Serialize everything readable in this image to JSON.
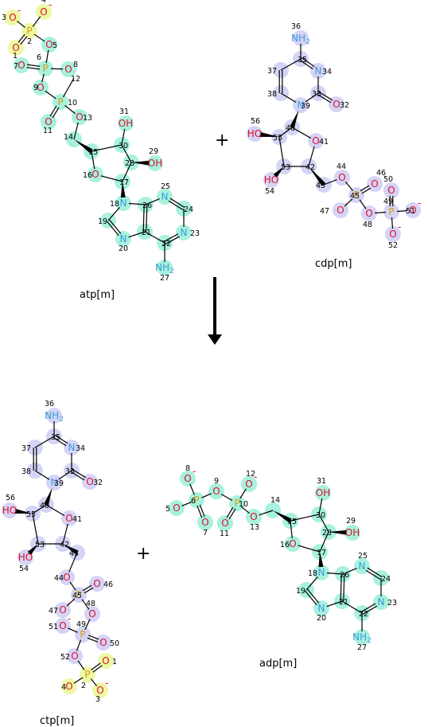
{
  "colors": {
    "highlight_green": "#9ff0dc",
    "highlight_yellow": "#ecf79a",
    "highlight_purple": "#cfcff5",
    "oxygen": "#e0102a",
    "nitrogen": "#3a9ad9",
    "phosphorus": "#d69a10"
  },
  "reactants": {
    "plus": "+",
    "atp": {
      "name": "atp[m]"
    },
    "cdp": {
      "name": "cdp[m]"
    }
  },
  "arrow": {
    "direction": "down"
  },
  "products": {
    "plus": "+",
    "ctp": {
      "name": "ctp[m]"
    },
    "adp": {
      "name": "adp[m]"
    }
  },
  "atp": {
    "atoms": [
      {
        "n": "3",
        "t": "O",
        "c": "-"
      },
      {
        "n": "4",
        "t": "O",
        "c": "-"
      },
      {
        "n": "2",
        "t": "P"
      },
      {
        "n": "1",
        "t": "O"
      },
      {
        "n": "5",
        "t": "O"
      },
      {
        "n": "6",
        "t": "P"
      },
      {
        "n": "7",
        "t": "O"
      },
      {
        "n": "8",
        "t": "O"
      },
      {
        "n": "12",
        "t": ""
      },
      {
        "n": "9",
        "t": "O"
      },
      {
        "n": "10",
        "t": "P"
      },
      {
        "n": "11",
        "t": "O"
      },
      {
        "n": "13",
        "t": "O"
      },
      {
        "n": "14",
        "t": ""
      },
      {
        "n": "15",
        "t": ""
      },
      {
        "n": "16",
        "t": "O"
      },
      {
        "n": "17",
        "t": ""
      },
      {
        "n": "30",
        "t": ""
      },
      {
        "n": "31",
        "t": "OH"
      },
      {
        "n": "28",
        "t": ""
      },
      {
        "n": "29",
        "t": "OH"
      },
      {
        "n": "18",
        "t": "N"
      },
      {
        "n": "19",
        "t": ""
      },
      {
        "n": "20",
        "t": "N"
      },
      {
        "n": "21",
        "t": ""
      },
      {
        "n": "26",
        "t": ""
      },
      {
        "n": "25",
        "t": "N"
      },
      {
        "n": "24",
        "t": ""
      },
      {
        "n": "23",
        "t": "N"
      },
      {
        "n": "22",
        "t": ""
      },
      {
        "n": "27",
        "t": "NH2"
      }
    ]
  },
  "cdp": {
    "atoms": [
      {
        "n": "36",
        "t": "NH2"
      },
      {
        "n": "35",
        "t": ""
      },
      {
        "n": "37",
        "t": ""
      },
      {
        "n": "34",
        "t": "N"
      },
      {
        "n": "38",
        "t": ""
      },
      {
        "n": "39",
        "t": "N"
      },
      {
        "n": "33",
        "t": ""
      },
      {
        "n": "32",
        "t": "O"
      },
      {
        "n": "40",
        "t": ""
      },
      {
        "n": "41",
        "t": "O"
      },
      {
        "n": "55",
        "t": ""
      },
      {
        "n": "56",
        "t": "HO"
      },
      {
        "n": "53",
        "t": ""
      },
      {
        "n": "54",
        "t": "HO"
      },
      {
        "n": "42",
        "t": ""
      },
      {
        "n": "43",
        "t": ""
      },
      {
        "n": "44",
        "t": "O"
      },
      {
        "n": "45",
        "t": "P"
      },
      {
        "n": "46",
        "t": "O"
      },
      {
        "n": "47",
        "t": "O",
        "c": "-"
      },
      {
        "n": "48",
        "t": "O"
      },
      {
        "n": "49",
        "t": "P"
      },
      {
        "n": "50",
        "t": "O"
      },
      {
        "n": "51",
        "t": "O",
        "c": "-"
      },
      {
        "n": "52",
        "t": "O",
        "c": "-"
      }
    ]
  },
  "ctp": {
    "atoms": [
      {
        "n": "36",
        "t": "NH2"
      },
      {
        "n": "35",
        "t": ""
      },
      {
        "n": "37",
        "t": ""
      },
      {
        "n": "34",
        "t": "N"
      },
      {
        "n": "38",
        "t": ""
      },
      {
        "n": "39",
        "t": "N"
      },
      {
        "n": "33",
        "t": ""
      },
      {
        "n": "32",
        "t": "O"
      },
      {
        "n": "40",
        "t": ""
      },
      {
        "n": "41",
        "t": "O"
      },
      {
        "n": "55",
        "t": ""
      },
      {
        "n": "56",
        "t": "HO"
      },
      {
        "n": "53",
        "t": ""
      },
      {
        "n": "54",
        "t": "HO"
      },
      {
        "n": "42",
        "t": ""
      },
      {
        "n": "43",
        "t": ""
      },
      {
        "n": "44",
        "t": "O"
      },
      {
        "n": "45",
        "t": "P"
      },
      {
        "n": "46",
        "t": "O"
      },
      {
        "n": "47",
        "t": "O",
        "c": "-"
      },
      {
        "n": "48",
        "t": "O"
      },
      {
        "n": "49",
        "t": "P"
      },
      {
        "n": "50",
        "t": "O"
      },
      {
        "n": "51",
        "t": "O",
        "c": "-"
      },
      {
        "n": "52",
        "t": "O"
      },
      {
        "n": "2",
        "t": "P"
      },
      {
        "n": "1",
        "t": "O"
      },
      {
        "n": "3",
        "t": "O",
        "c": "-"
      },
      {
        "n": "4",
        "t": "O"
      }
    ]
  },
  "adp": {
    "atoms": [
      {
        "n": "8",
        "t": "O",
        "c": "-"
      },
      {
        "n": "6",
        "t": "P"
      },
      {
        "n": "5",
        "t": "O"
      },
      {
        "n": "7",
        "t": "O"
      },
      {
        "n": "9",
        "t": "O"
      },
      {
        "n": "10",
        "t": "P"
      },
      {
        "n": "12",
        "t": "O",
        "c": "-"
      },
      {
        "n": "11",
        "t": "O"
      },
      {
        "n": "13",
        "t": "O"
      },
      {
        "n": "14",
        "t": ""
      },
      {
        "n": "15",
        "t": ""
      },
      {
        "n": "16",
        "t": "O"
      },
      {
        "n": "17",
        "t": ""
      },
      {
        "n": "30",
        "t": ""
      },
      {
        "n": "31",
        "t": "OH"
      },
      {
        "n": "28",
        "t": ""
      },
      {
        "n": "29",
        "t": "OH"
      },
      {
        "n": "18",
        "t": "N"
      },
      {
        "n": "19",
        "t": ""
      },
      {
        "n": "20",
        "t": "N"
      },
      {
        "n": "21",
        "t": ""
      },
      {
        "n": "26",
        "t": ""
      },
      {
        "n": "25",
        "t": "N"
      },
      {
        "n": "24",
        "t": ""
      },
      {
        "n": "23",
        "t": "N"
      },
      {
        "n": "22",
        "t": ""
      },
      {
        "n": "27",
        "t": "NH2"
      }
    ]
  }
}
